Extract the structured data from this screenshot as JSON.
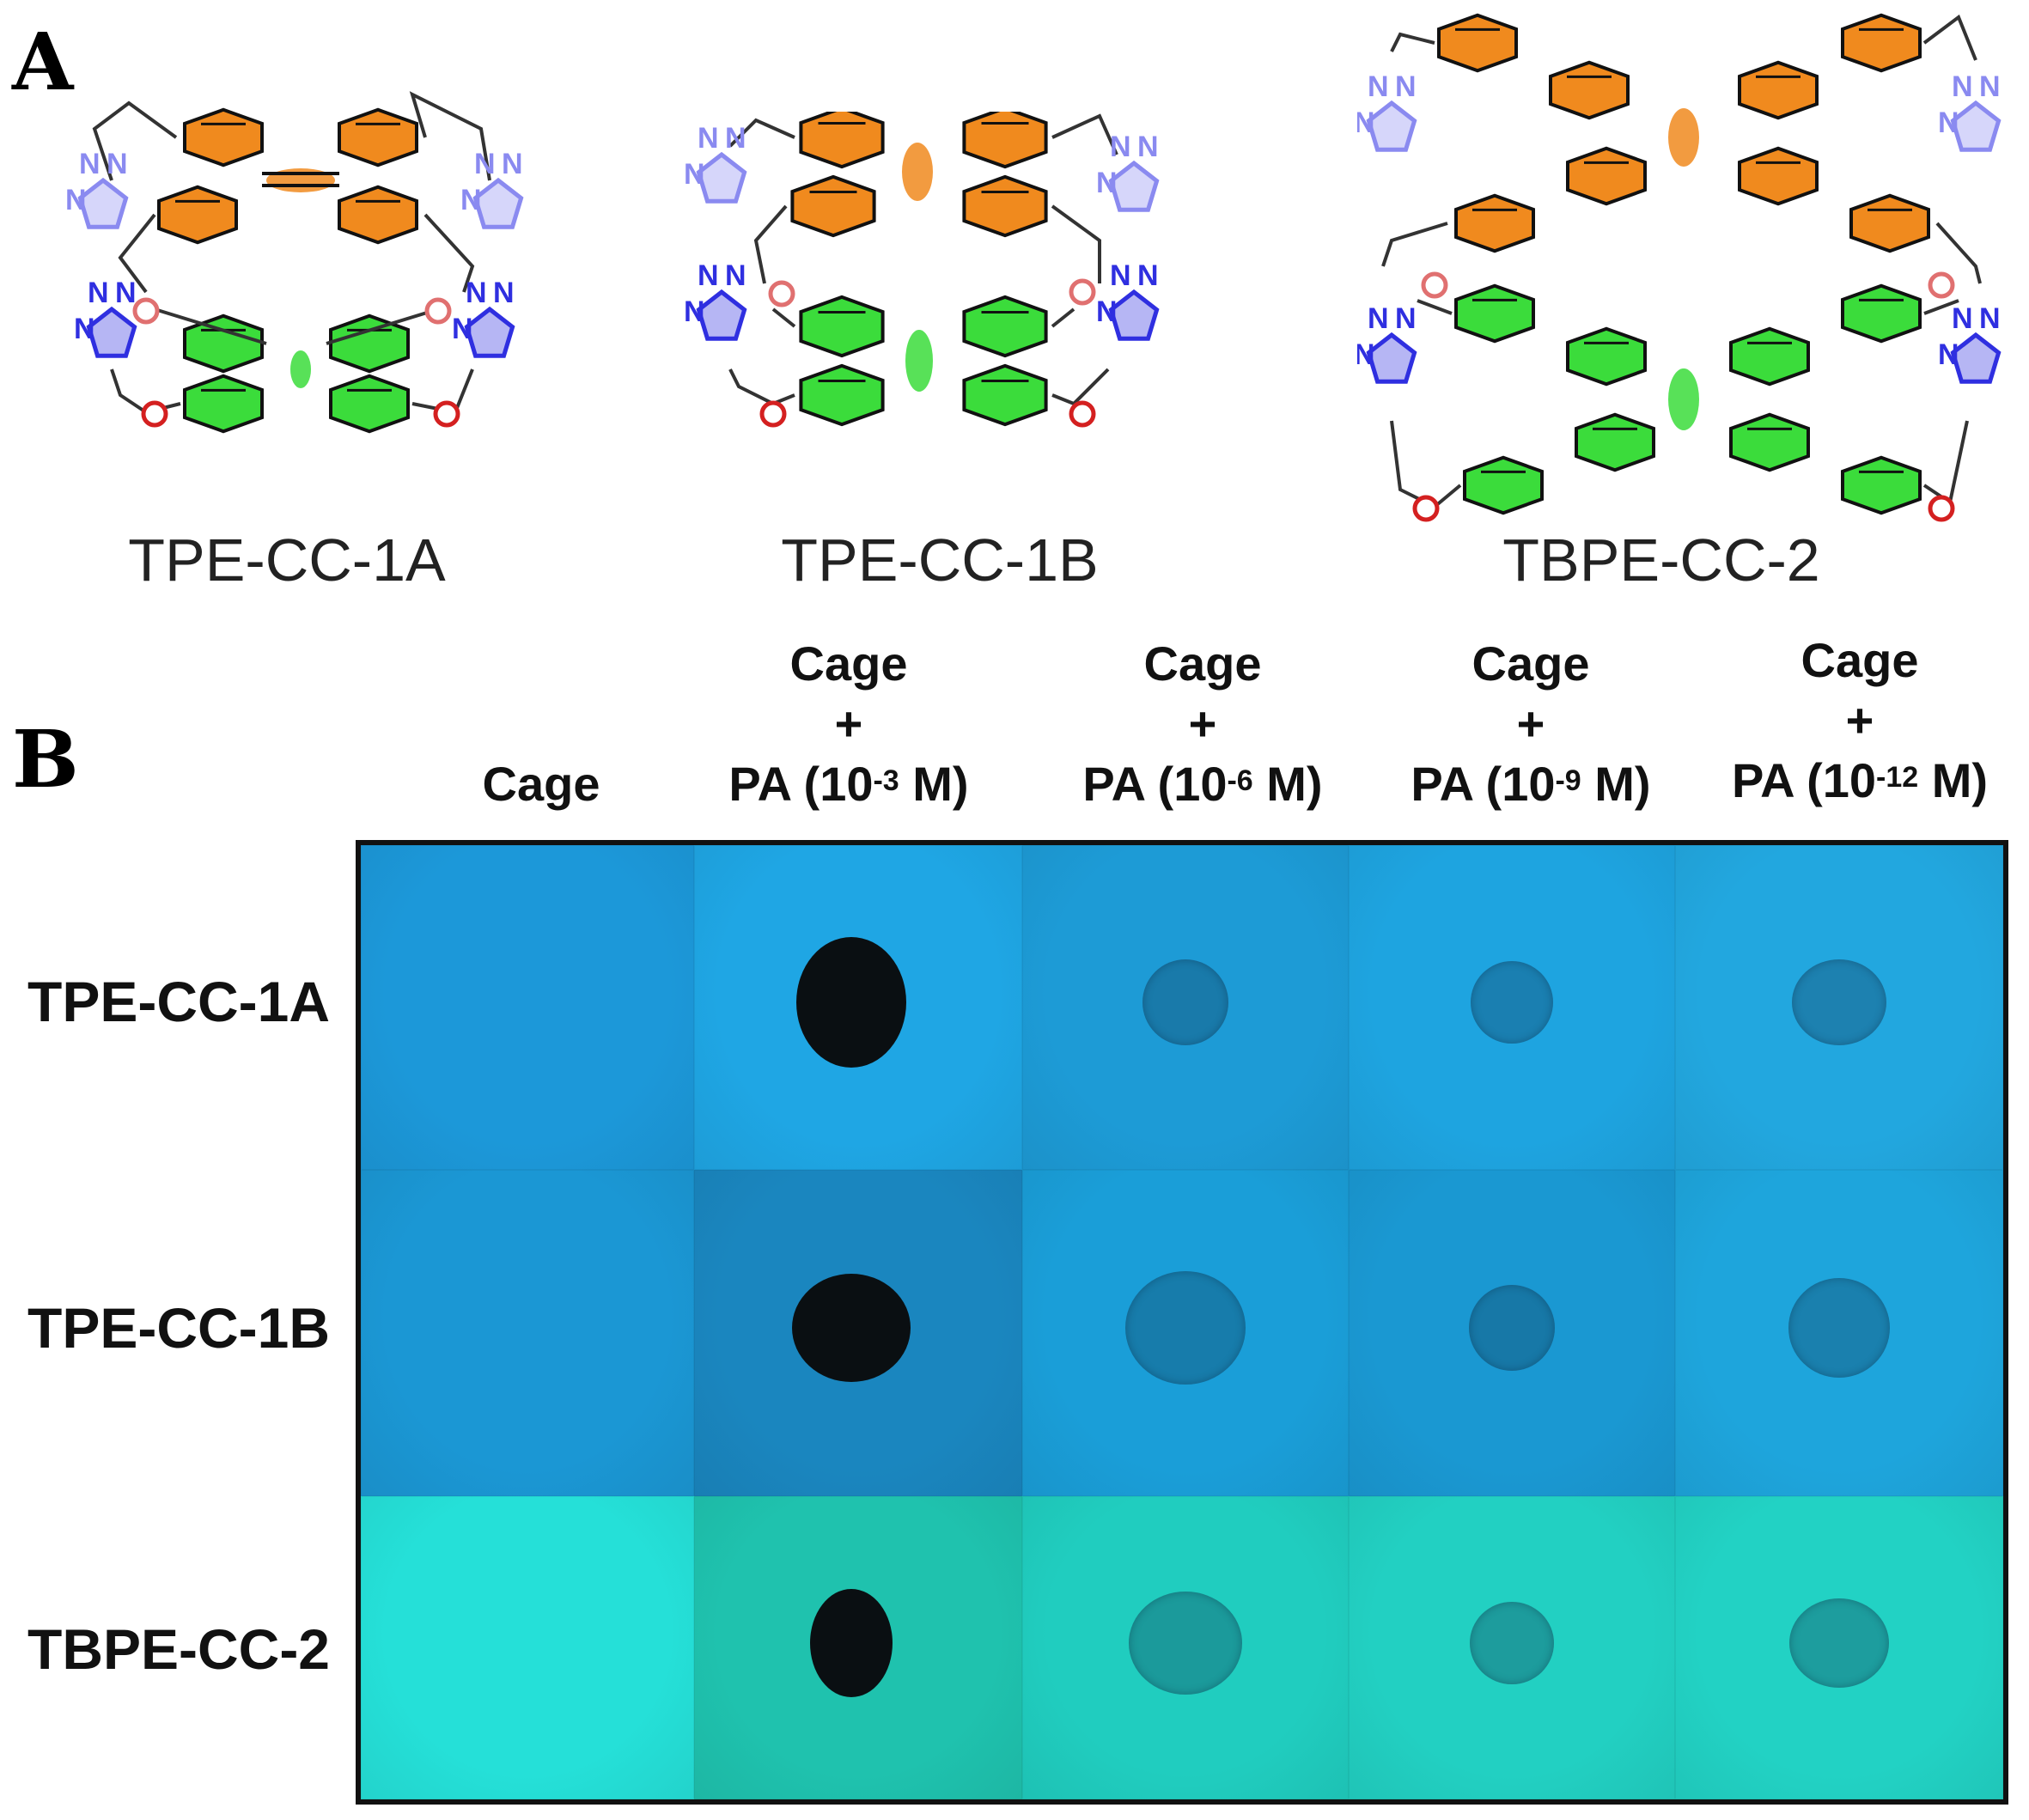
{
  "panel_a": {
    "letter": "A",
    "compounds": [
      {
        "name": "TPE-CC-1A"
      },
      {
        "name": "TPE-CC-1B"
      },
      {
        "name": "TBPE-CC-2"
      }
    ],
    "atom_labels": {
      "n": "N",
      "o": "O"
    },
    "colors": {
      "orange_ring": "#f08a1e",
      "green_ring": "#3bdc3b",
      "triazole_light": "#8a8af0",
      "triazole_dark": "#2f2fe0",
      "oxygen": "#d42020",
      "bond": "#333333"
    }
  },
  "panel_b": {
    "letter": "B",
    "columns": [
      {
        "line1": "Cage",
        "plus": "",
        "pa": "",
        "exp": "",
        "unit": ""
      },
      {
        "line1": "Cage",
        "plus": "+",
        "pa": "PA (10",
        "exp": "-3",
        "unit": " M)"
      },
      {
        "line1": "Cage",
        "plus": "+",
        "pa": "PA (10",
        "exp": "-6",
        "unit": " M)"
      },
      {
        "line1": "Cage",
        "plus": "+",
        "pa": "PA (10",
        "exp": "-9",
        "unit": " M)"
      },
      {
        "line1": "Cage",
        "plus": "+",
        "pa": "PA (10",
        "exp": "-12",
        "unit": " M)"
      }
    ],
    "rows": [
      {
        "label": "TPE-CC-1A",
        "bg": "#1fa3e0"
      },
      {
        "label": "TPE-CC-1B",
        "bg": "#1aa0dc"
      },
      {
        "label": "TBPE-CC-2",
        "bg": "#1fd3c8"
      }
    ],
    "spot_colors": {
      "dark": "#0a0f12",
      "faint": "rgba(20,60,90,0.35)"
    }
  }
}
